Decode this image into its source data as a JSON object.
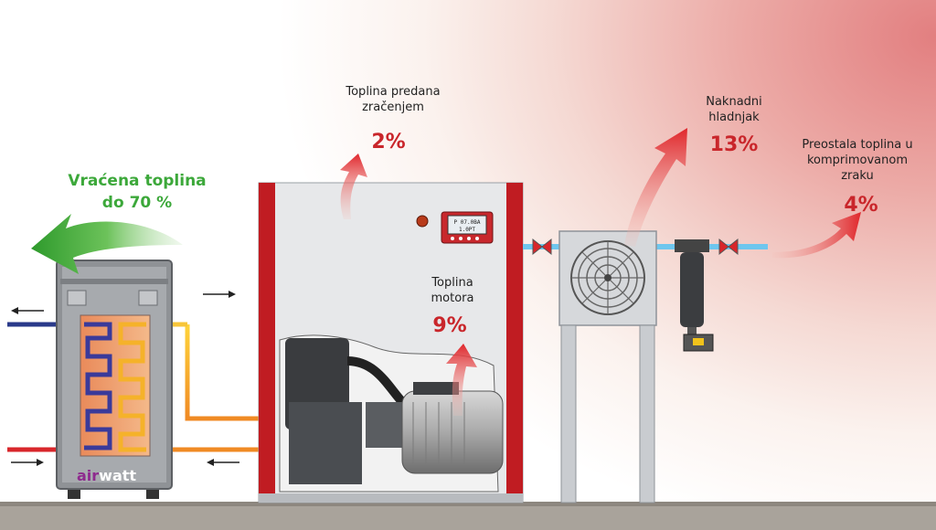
{
  "recovered": {
    "label": "Vraćena toplina\ndo 70 %",
    "color": "#3ca83a"
  },
  "radiation": {
    "label": "Toplina predana\nzračenjem",
    "percent": "2%"
  },
  "motor": {
    "label": "Toplina\nmotora",
    "percent": "9%"
  },
  "aftercooler": {
    "label": "Naknadni\nhladnjak",
    "percent": "13%"
  },
  "residual": {
    "label": "Preostala toplina u\nkomprimovanom\nzraku",
    "percent": "4%"
  },
  "brand": {
    "part1": "air",
    "part2": "watt"
  },
  "display": {
    "line1": "P 07.0BA",
    "line2": "1.0PT"
  },
  "colors": {
    "heat": "#d8262b",
    "recovered": "#3ca83a",
    "cabinet": "#c01c22",
    "pipe_blue": "#2a3a8a",
    "pipe_hot": "#e8752a",
    "air_pipe": "#6ec6ee"
  },
  "icons": [
    "arrow-left-icon",
    "arrow-right-icon",
    "valve-icon",
    "fan-icon"
  ]
}
